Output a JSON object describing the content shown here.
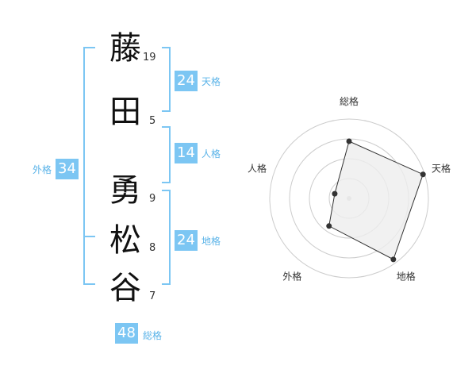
{
  "name": {
    "characters": [
      {
        "char": "藤",
        "strokes": "19"
      },
      {
        "char": "田",
        "strokes": "5"
      },
      {
        "char": "勇",
        "strokes": "9"
      },
      {
        "char": "松",
        "strokes": "8"
      },
      {
        "char": "谷",
        "strokes": "7"
      }
    ]
  },
  "fortune": {
    "tenkaku": {
      "value": "24",
      "label": "天格"
    },
    "jinkaku": {
      "value": "14",
      "label": "人格"
    },
    "chikaku": {
      "value": "24",
      "label": "地格"
    },
    "gaikaku": {
      "value": "34",
      "label": "外格"
    },
    "soukaku": {
      "value": "48",
      "label": "総格"
    }
  },
  "colors": {
    "accent": "#7cc6f3",
    "accent_text": "#5ab3e8",
    "bracket": "#7cc6f3",
    "radar_ring": "#cccccc",
    "radar_fill": "#eeeeee",
    "radar_stroke": "#333333"
  },
  "chart_data": {
    "type": "radar",
    "axes": [
      "総格",
      "天格",
      "地格",
      "外格",
      "人格"
    ],
    "values": [
      0.72,
      0.98,
      0.95,
      0.43,
      0.19
    ],
    "rings": 4
  }
}
